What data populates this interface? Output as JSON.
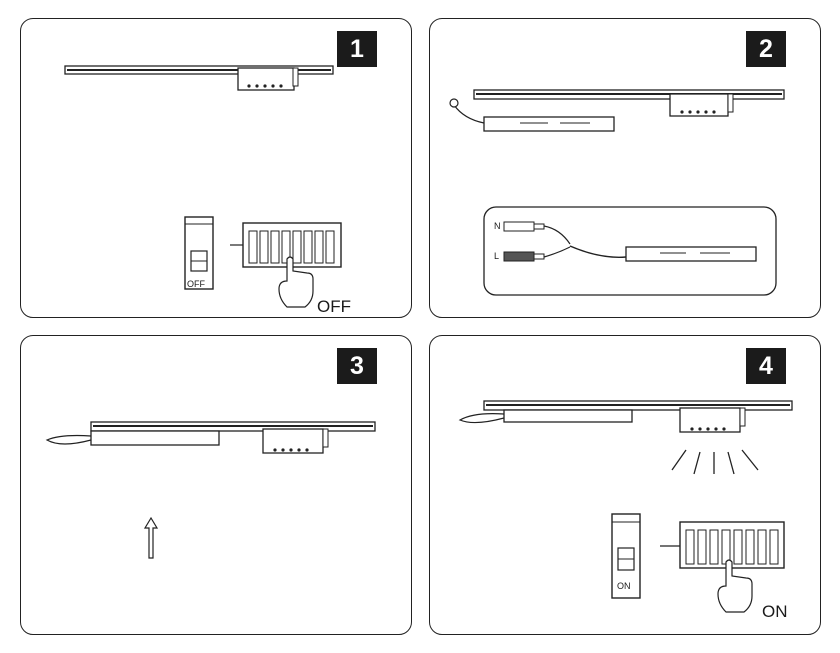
{
  "steps": [
    {
      "number": "1",
      "breaker_label": "OFF",
      "hand_label": "OFF"
    },
    {
      "number": "2",
      "wire_labels": [
        "N",
        "L"
      ]
    },
    {
      "number": "3"
    },
    {
      "number": "4",
      "breaker_label": "ON",
      "hand_label": "ON"
    }
  ]
}
